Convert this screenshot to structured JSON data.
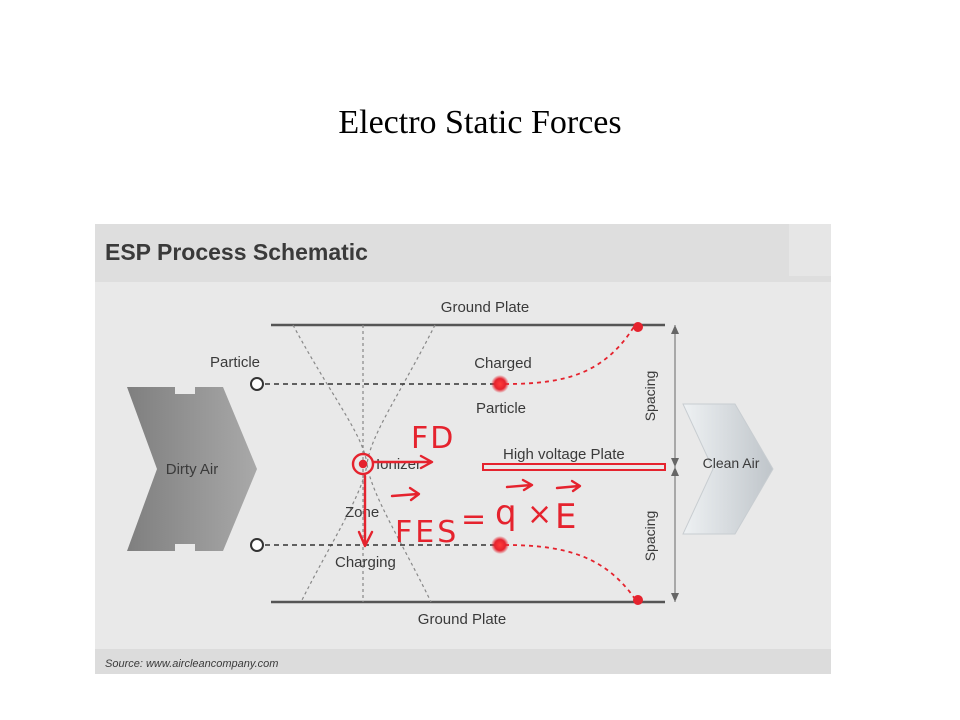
{
  "slide": {
    "title": "Electro Static Forces"
  },
  "figure": {
    "heading": "ESP Process Schematic",
    "labels": {
      "ground_plate_top": "Ground Plate",
      "ground_plate_bottom": "Ground Plate",
      "particle": "Particle",
      "charged_line1": "Charged",
      "charged_line2": "Particle",
      "high_voltage_plate": "High voltage Plate",
      "ionizer": "Ionizer",
      "zone": "Zone",
      "charging": "Charging",
      "spacing_top": "Spacing",
      "spacing_bottom": "Spacing",
      "dirty_air": "Dirty Air",
      "clean_air": "Clean Air"
    },
    "source": "Source: www.aircleancompany.com",
    "handwriting": {
      "fd": "FD",
      "fes": "FES",
      "equals": "=",
      "q": "q",
      "times": "×",
      "e": "E"
    }
  },
  "colors": {
    "figure_bg": "#e9e9e9",
    "header_bg": "#dedede",
    "red": "#e5232e",
    "ink": "#3a3a3a",
    "plate": "#555555",
    "arrow_gray": "#8e8e8e",
    "arrow_light": "#cfd3d7"
  }
}
